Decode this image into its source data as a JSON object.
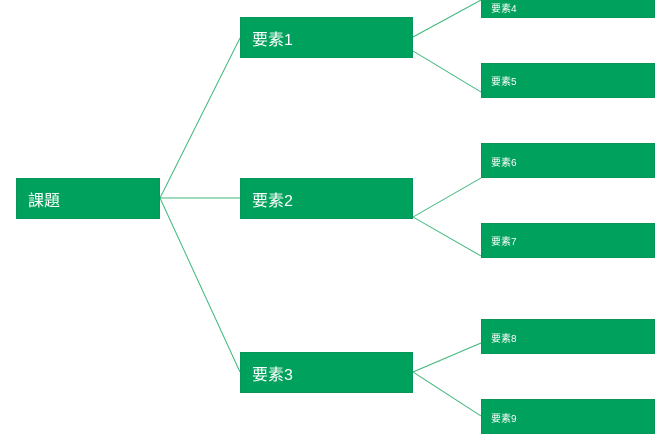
{
  "diagram": {
    "type": "logic-tree",
    "colors": {
      "node_fill": "#00a15c",
      "node_text": "#ffffff",
      "connector": "#3cb87a"
    },
    "root": {
      "label": "課題"
    },
    "level2": [
      {
        "label": "要素1"
      },
      {
        "label": "要素2"
      },
      {
        "label": "要素3"
      }
    ],
    "level3": [
      {
        "label": "要素4",
        "parent": "要素1"
      },
      {
        "label": "要素5",
        "parent": "要素1"
      },
      {
        "label": "要素6",
        "parent": "要素2"
      },
      {
        "label": "要素7",
        "parent": "要素2"
      },
      {
        "label": "要素8",
        "parent": "要素3"
      },
      {
        "label": "要素9",
        "parent": "要素3"
      }
    ]
  }
}
